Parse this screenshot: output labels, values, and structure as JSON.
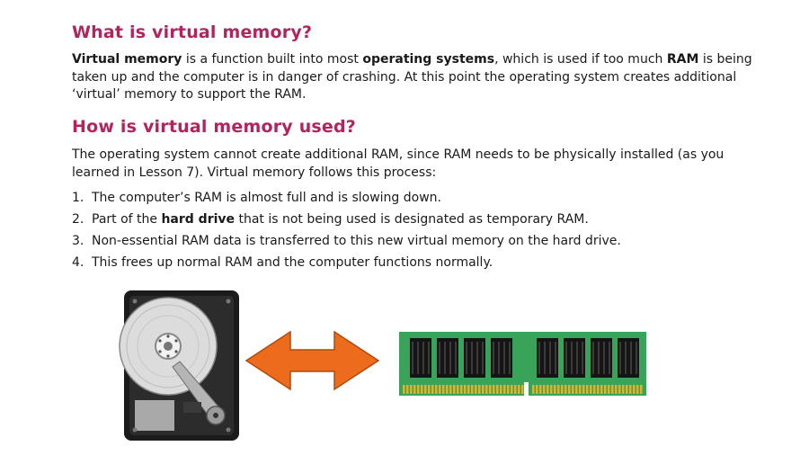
{
  "colors": {
    "heading": "#b1245e",
    "arrow_fill": "#ed6b1c",
    "arrow_stroke": "#b24a0b",
    "ram_board": "#3aa35a",
    "ram_chip": "#151515",
    "ram_contact": "#d8b436"
  },
  "section1": {
    "title": "What is virtual memory?",
    "paragraph": [
      {
        "t": "Virtual memory",
        "b": true
      },
      {
        "t": " is a function built into most "
      },
      {
        "t": "operating systems",
        "b": true
      },
      {
        "t": ", which is used if too much "
      },
      {
        "t": "RAM",
        "b": true
      },
      {
        "t": " is being taken up and the computer is in danger of crashing. At this point the operating system creates additional ‘virtual’ memory to support the RAM."
      }
    ]
  },
  "section2": {
    "title": "How is virtual memory used?",
    "paragraph": [
      {
        "t": "The operating system cannot create additional RAM, since RAM needs to be physically installed (as you learned in Lesson 7). Virtual memory follows this process:"
      }
    ],
    "steps": [
      {
        "num": "1.",
        "parts": [
          {
            "t": "The computer’s RAM is almost full and is slowing down."
          }
        ]
      },
      {
        "num": "2.",
        "parts": [
          {
            "t": "Part of the "
          },
          {
            "t": "hard drive",
            "b": true
          },
          {
            "t": " that is not being used is designated as temporary RAM."
          }
        ]
      },
      {
        "num": "3.",
        "parts": [
          {
            "t": "Non-essential RAM data is transferred to this new virtual memory on the hard drive."
          }
        ]
      },
      {
        "num": "4.",
        "parts": [
          {
            "t": "This frees up normal RAM and the computer functions normally."
          }
        ]
      }
    ]
  },
  "illustration": {
    "left_icon": "hard-drive-icon",
    "center_icon": "double-arrow-icon",
    "right_icon": "ram-module-icon"
  }
}
